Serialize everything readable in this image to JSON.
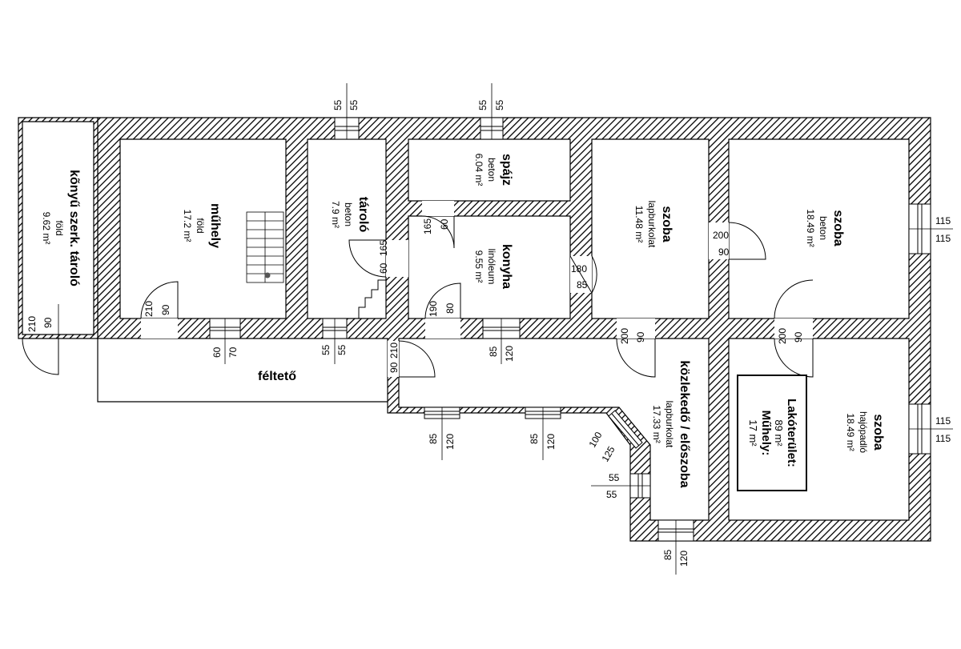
{
  "rooms": {
    "konyu": {
      "name": "kõnyű szerk. tároló",
      "material": "föld",
      "area": "9.62 m²"
    },
    "muhely": {
      "name": "műhely",
      "material": "föld",
      "area": "17.2 m²"
    },
    "tarolo": {
      "name": "tároló",
      "material": "beton",
      "area": "7.9 m²"
    },
    "spajz": {
      "name": "spájz",
      "material": "beton",
      "area": "6.04 m²"
    },
    "konyha": {
      "name": "konyha",
      "material": "linóleum",
      "area": "9.55 m²"
    },
    "szoba1": {
      "name": "szoba",
      "material": "lapburkolat",
      "area": "11.48 m²"
    },
    "szoba2": {
      "name": "szoba",
      "material": "beton",
      "area": "18.49 m²"
    },
    "szoba3": {
      "name": "szoba",
      "material": "hajópadló",
      "area": "18.49 m²"
    },
    "kozlekedo": {
      "name": "közlekedő / előszoba",
      "material": "lapburkolat",
      "area": "17.33 m²"
    },
    "felteto": {
      "name": "féltető"
    }
  },
  "summary": {
    "living_label": "Lakóterület:",
    "living_area": "89 m²",
    "workshop_label": "Műhely:",
    "workshop_area": "17 m²"
  },
  "dimensions": {
    "top_win1_a": "55",
    "top_win1_b": "55",
    "top_win2_a": "55",
    "top_win2_b": "55",
    "right_win1_a": "115",
    "right_win1_b": "115",
    "right_win2_a": "115",
    "right_win2_b": "115",
    "konyu_door_a": "210",
    "konyu_door_b": "90",
    "muhely_door_a": "210",
    "muhely_door_b": "90",
    "muhely_win_a": "60",
    "muhely_win_b": "70",
    "tarolo_win_a": "55",
    "tarolo_win_b": "55",
    "tarolo_door_a": "165",
    "tarolo_door_b": "60",
    "konyha_door1_a": "165",
    "konyha_door1_b": "60",
    "konyha_door2_a": "190",
    "konyha_door2_b": "80",
    "konyha_door3_a": "180",
    "konyha_door3_b": "85",
    "konyha_win_a": "85",
    "konyha_win_b": "120",
    "szoba1_door_a": "200",
    "szoba1_door_b": "90",
    "szoba2_door_a": "200",
    "szoba2_door_b": "90",
    "szoba3_door_a": "200",
    "szoba3_door_b": "90",
    "entry_door_a": "210",
    "entry_door_b": "90",
    "corr_win1_a": "85",
    "corr_win1_b": "120",
    "corr_win2_a": "85",
    "corr_win2_b": "120",
    "diag_door_a": "100",
    "diag_door_b": "125",
    "side_win_a": "55",
    "side_win_b": "55",
    "bottom_win_a": "85",
    "bottom_win_b": "120"
  }
}
